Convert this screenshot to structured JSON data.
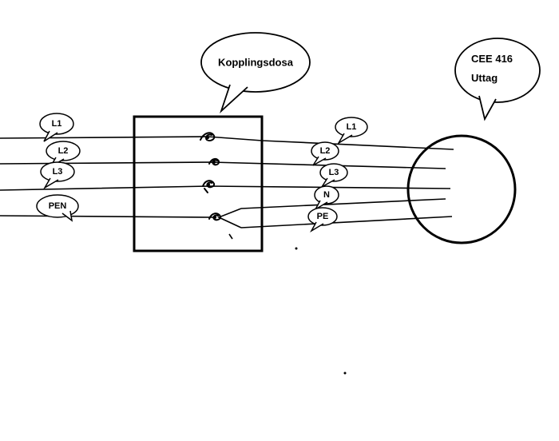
{
  "diagram": {
    "background": "#ffffff",
    "stroke_color": "#000000",
    "junction_box": {
      "label": "Kopplingsdosa"
    },
    "outlet": {
      "label_line1": "CEE 416",
      "label_line2": "Uttag"
    },
    "left_wires": [
      {
        "label": "L1"
      },
      {
        "label": "L2"
      },
      {
        "label": "L3"
      },
      {
        "label": "PEN"
      }
    ],
    "right_wires": [
      {
        "label": "L1"
      },
      {
        "label": "L2"
      },
      {
        "label": "L3"
      },
      {
        "label": "N"
      },
      {
        "label": "PE"
      }
    ]
  }
}
